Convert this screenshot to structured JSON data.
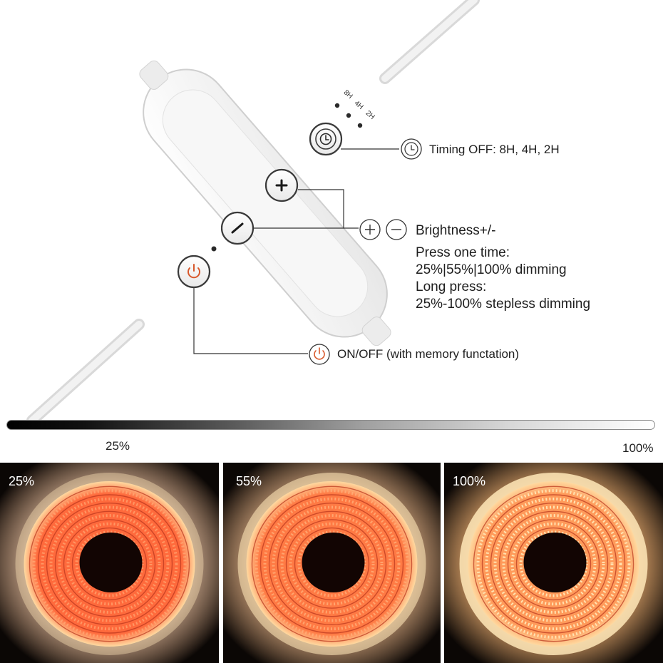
{
  "controller": {
    "timer_marks": [
      "8H",
      "4H",
      "2H"
    ],
    "icons": {
      "timer": "clock-icon",
      "plus": "plus-icon",
      "minus": "minus-icon",
      "power": "power-icon"
    },
    "power_accent": "#d8582b"
  },
  "callouts": {
    "timing": "Timing OFF: 8H, 4H, 2H",
    "brightness_title": "Brightness+/-",
    "press_one_time": "Press one time:",
    "dimming_steps": "25%|55%|100% dimming",
    "long_press": "Long press:",
    "stepless": "25%-100% stepless dimming",
    "onoff": "ON/OFF (with memory functation)"
  },
  "brightness_scale": {
    "min_label": "25%",
    "max_label": "100%"
  },
  "panels": [
    {
      "label": "25%",
      "level": 0.25,
      "tint": "#ff6a3c"
    },
    {
      "label": "55%",
      "level": 0.55,
      "tint": "#ff7a44"
    },
    {
      "label": "100%",
      "level": 1.0,
      "tint": "#ff9a5a"
    }
  ]
}
